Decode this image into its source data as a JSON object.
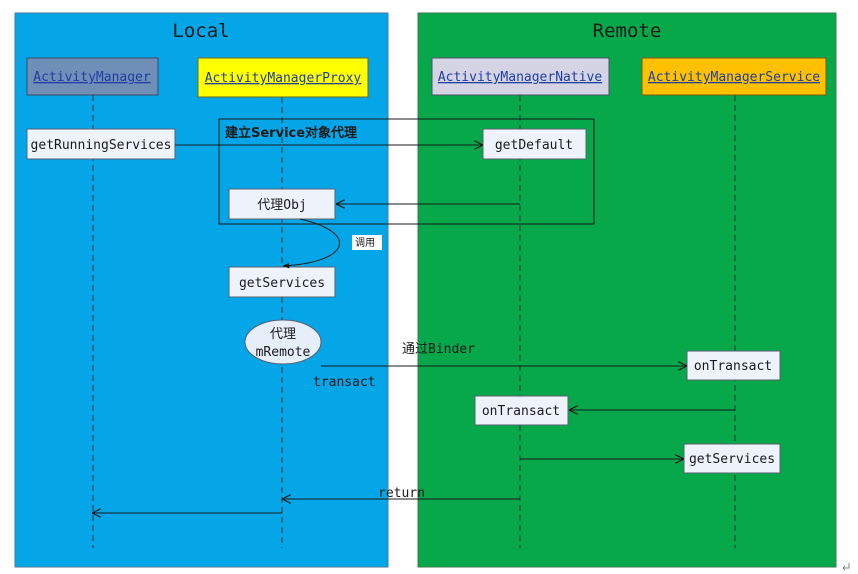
{
  "colors": {
    "local_bg": "#05a6e8",
    "remote_bg": "#06a84a",
    "activity_manager_head": "#6f8fb8",
    "proxy_head": "#ffff00",
    "native_head": "#d4d4e4",
    "service_head": "#ffc000",
    "box_fill": "#eef3fb",
    "link_text": "#1f3fa0"
  },
  "regions": {
    "local_title": "Local",
    "remote_title": "Remote"
  },
  "participants": {
    "activity_manager": "ActivityManager",
    "activity_manager_proxy": "ActivityManagerProxy",
    "activity_manager_native": "ActivityManagerNative",
    "activity_manager_service": "ActivityManagerService"
  },
  "boxes": {
    "get_running_services": "getRunningServices",
    "get_default": "getDefault",
    "proxy_obj": "代理Obj",
    "get_services_local": "getServices",
    "proxy_remote_line1": "代理",
    "proxy_remote_line2": "mRemote",
    "on_transact_service": "onTransact",
    "on_transact_native": "onTransact",
    "get_services_remote": "getServices"
  },
  "labels": {
    "build_proxy": "建立Service对象代理",
    "invoke": "调用",
    "via_binder": "通过Binder",
    "transact": "transact",
    "return": "return"
  },
  "icons": {
    "corner_mark": "return-symbol-icon"
  }
}
